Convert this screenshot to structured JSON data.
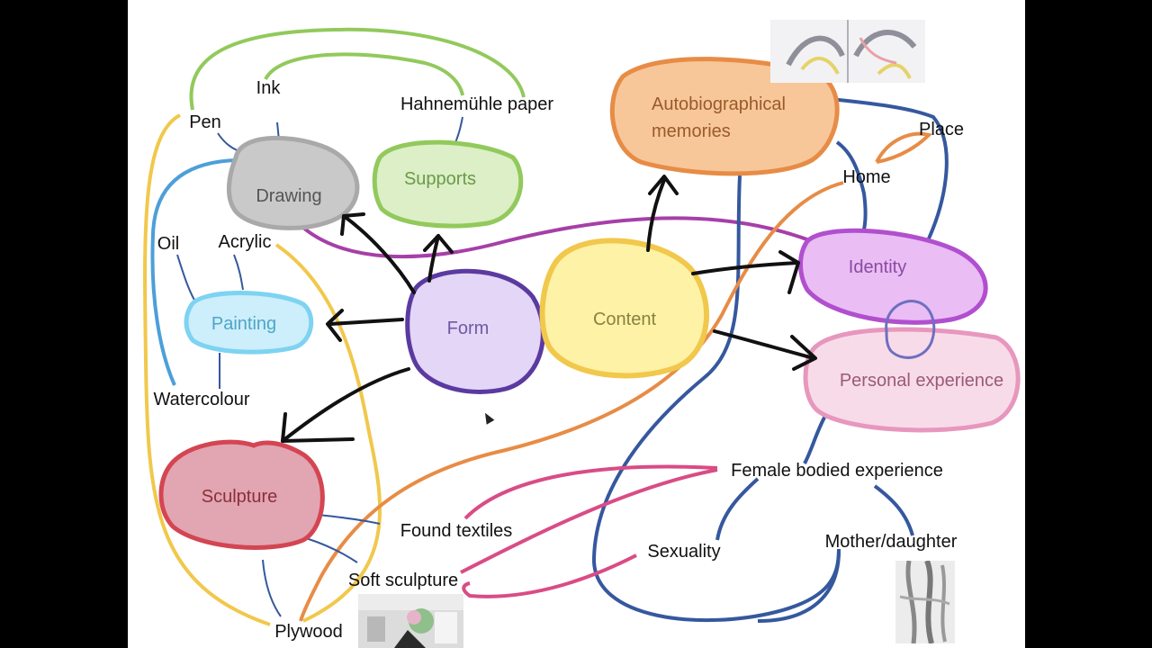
{
  "nodes": {
    "drawing": {
      "label": "Drawing",
      "fill": "#c9c9c9",
      "stroke": "#a9a9a9",
      "text": "#555555"
    },
    "supports": {
      "label": "Supports",
      "fill": "#dcefc6",
      "stroke": "#92c95c",
      "text": "#6a9a4a"
    },
    "painting": {
      "label": "Painting",
      "fill": "#cdeefb",
      "stroke": "#7dd3f1",
      "text": "#4ea5c6"
    },
    "form": {
      "label": "Form",
      "fill": "#e3d6f7",
      "stroke": "#5b3aa0",
      "text": "#6f5aa0"
    },
    "content": {
      "label": "Content",
      "fill": "#fdf2a6",
      "stroke": "#f1c84c",
      "text": "#8a8040"
    },
    "autobiographical": {
      "label_line1": "Autobiographical",
      "label_line2": "memories",
      "fill": "#f7c79a",
      "stroke": "#e78c46",
      "text": "#9a5a2a"
    },
    "identity": {
      "label": "Identity",
      "fill": "#eabdf5",
      "stroke": "#b14fcf",
      "text": "#8a4aa0"
    },
    "personal": {
      "label": "Personal experience",
      "fill": "#f8dbe9",
      "stroke": "#e797bd",
      "text": "#9a5a78"
    },
    "sculpture": {
      "label": "Sculpture",
      "fill": "#e2a5b2",
      "stroke": "#d44552",
      "text": "#8a2f3a"
    }
  },
  "labels": {
    "ink": "Ink",
    "pen": "Pen",
    "hahnemuhle": "Hahnemühle paper",
    "oil": "Oil",
    "acrylic": "Acrylic",
    "watercolour": "Watercolour",
    "place": "Place",
    "home": "Home",
    "female": "Female bodied experience",
    "found_textiles": "Found textiles",
    "sexuality": "Sexuality",
    "mother_daughter": "Mother/daughter",
    "soft_sculpture": "Soft sculpture",
    "plywood": "Plywood"
  },
  "colors": {
    "green_link": "#92c95c",
    "yellow_link": "#f1c84c",
    "blue_link": "#4d9fd8",
    "navy_link": "#35589e",
    "purple_link": "#a63fa8",
    "orange_link": "#e78c46",
    "pink_link": "#d94c86",
    "arrow": "#111111"
  }
}
